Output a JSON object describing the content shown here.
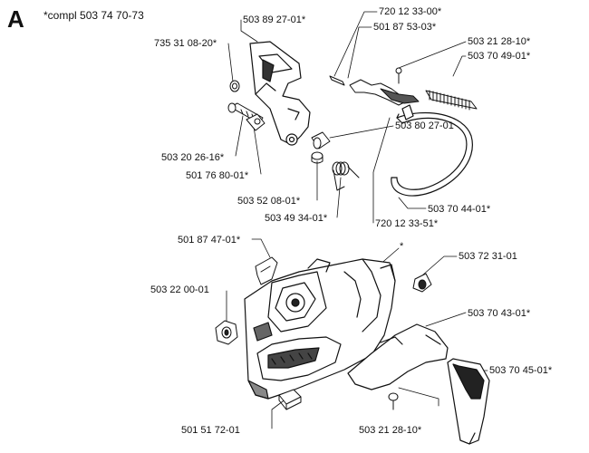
{
  "header": {
    "section_letter": "A",
    "complete_note": "*compl 503 74 70-73"
  },
  "labels": {
    "p_503_89_27_01": "503 89 27-01*",
    "p_735_31_08_20": "735 31 08-20*",
    "p_720_12_33_00": "720 12 33-00*",
    "p_501_87_53_03": "501 87 53-03*",
    "p_503_21_28_10_top": "503 21 28-10*",
    "p_503_70_49_01": "503 70 49-01*",
    "p_503_80_27_01": "503 80 27-01",
    "p_503_20_26_16": "503 20 26-16*",
    "p_501_76_80_01": "501 76 80-01*",
    "p_503_52_08_01": "503 52 08-01*",
    "p_503_49_34_01": "503 49 34-01*",
    "p_503_70_44_01": "503 70 44-01*",
    "p_720_12_33_51": "720 12 33-51*",
    "p_501_87_47_01": "501 87 47-01*",
    "star": "*",
    "p_503_72_31_01": "503 72 31-01",
    "p_503_22_00_01": "503 22 00-01",
    "p_503_70_43_01": "503 70 43-01*",
    "p_503_70_45_01": "503 70 45-01*",
    "p_501_51_72_01": "501 51 72-01",
    "p_503_21_28_10_bottom": "503 21 28-10*"
  }
}
